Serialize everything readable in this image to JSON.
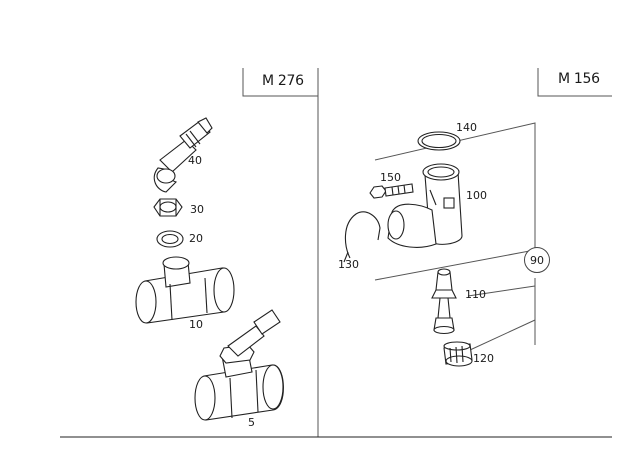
{
  "panels": {
    "left": {
      "engine_code": "M 276"
    },
    "right": {
      "engine_code": "M 156"
    }
  },
  "callouts": {
    "p40": "40",
    "p30": "30",
    "p20": "20",
    "p10": "10",
    "p5": "5",
    "p140": "140",
    "p150": "150",
    "p100": "100",
    "p130": "130",
    "p90": "90",
    "p110": "110",
    "p120": "120"
  },
  "colors": {
    "line": "#222222",
    "frame": "#555555",
    "fill": "#ffffff"
  }
}
